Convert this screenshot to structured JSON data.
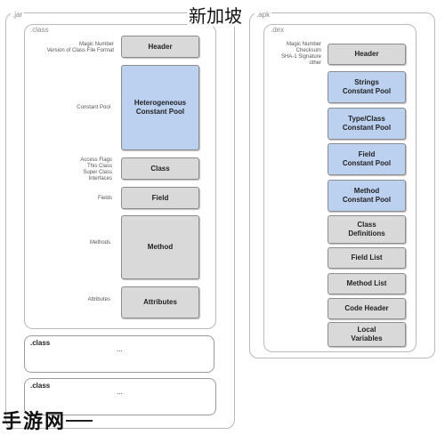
{
  "watermark_top": "新加坡",
  "jar": {
    "tag": ".jar",
    "class_tag": ".class",
    "labels": {
      "magic": [
        "Magic Number",
        "Version of Class File Format"
      ],
      "constant_pool": "Constant Pool",
      "access": [
        "Access Flags",
        "This Class",
        "Super Class",
        "Interfaces"
      ],
      "fields": "Fields",
      "methods": "Methods",
      "attributes": "Attributes"
    },
    "boxes": {
      "header": "Header",
      "hetero": [
        "Heterogeneous",
        "Constant Pool"
      ],
      "class": "Class",
      "field": "Field",
      "method": "Method",
      "attributes": "Attributes"
    },
    "extra_classes": [
      {
        "title": ".class",
        "dots": "..."
      },
      {
        "title": ".class",
        "dots": "..."
      }
    ]
  },
  "apk": {
    "tag": ".apk",
    "dex_tag": ".dex",
    "labels": [
      "Magic Number",
      "Checksum",
      "SHA-1 Signature",
      "other"
    ],
    "boxes": {
      "header": "Header",
      "strings": [
        "Strings",
        "Constant Pool"
      ],
      "type_class": [
        "Type/Class",
        "Constant Pool"
      ],
      "field_cp": [
        "Field",
        "Constant Pool"
      ],
      "method_cp": [
        "Method",
        "Constant Pool"
      ],
      "class_defs": [
        "Class",
        "Definitions"
      ],
      "field_list": "Field List",
      "method_list": "Method List",
      "code_header": "Code Header",
      "local_vars": [
        "Local",
        "Variables"
      ]
    }
  },
  "watermark_logo": "手游网",
  "colors": {
    "gray_box": "#d9d9d9",
    "blue_box": "#bcd0f0",
    "frame": "#b9b9b9"
  }
}
